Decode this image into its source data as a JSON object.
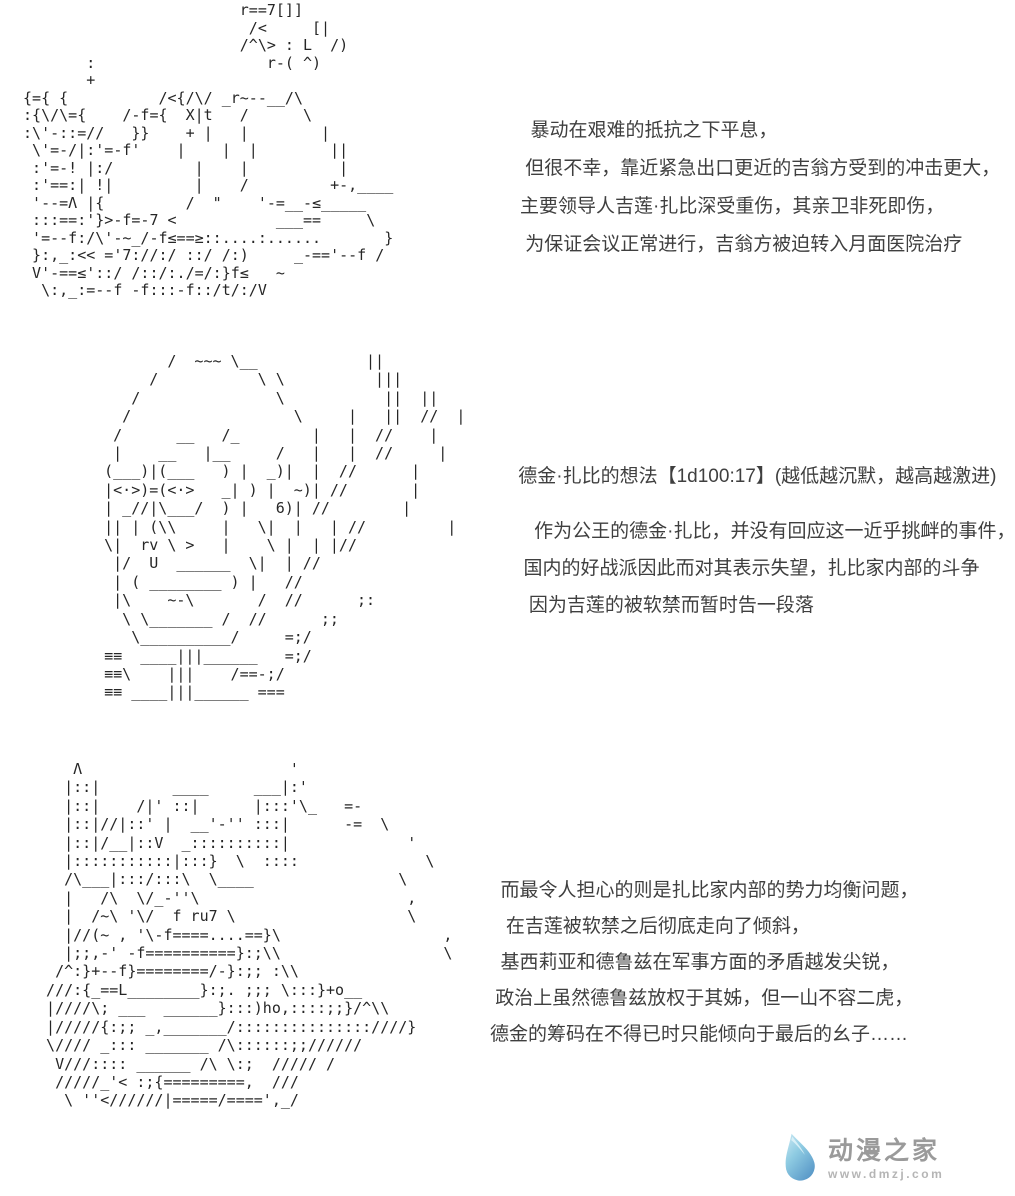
{
  "page": {
    "background": "#ffffff",
    "text_color": "#3f3f3f",
    "ascii_color": "#262626"
  },
  "panels": [
    {
      "id": "panel-1",
      "subject": "figure lying injured (ascii art)",
      "ascii_art": [
        "                         r==7[]]",
        "                          /<     [|",
        "                         /^\\> : L  /)",
        "        :                   r-( ^)",
        "        +",
        " {={ {          /<{/\\/ _r~--__/\\",
        " :{\\/\\={    /-f={  X|t   /      \\",
        " :\\'-::=//   }}    + |   |        |",
        "  \\'=-/|:'=-f'    |    |  |        ||",
        "  :'=-! |:/         |    |          |",
        "  :'==:| !|         |    /         +-,____",
        "  '--=Λ |{         /  \"    '-=__-≤_____",
        "  :::==:'}>-f=-7 <           ___==     \\",
        "  '=--f:/\\'-~_/-f≤==≥::....:......       }",
        "  }:,_:<< ='7://:/ ::/ /:)     _-=='--f /",
        "  V'-==≤'::/ /::/:./=/:}f≤   ~",
        "   \\:,_:=--f -f:::-f::/t/:/V"
      ],
      "caption_lines": [
        "  暴动在艰难的抵抗之下平息，",
        " 但很不幸，靠近紧急出口更近的吉翁方受到的冲击更大，",
        "主要领导人吉莲·扎比深受重伤，其亲卫非死即伤，",
        " 为保证会议正常进行，吉翁方被迫转入月面医院治疗"
      ]
    },
    {
      "id": "panel-2",
      "subject": "old man with glasses (ascii art)",
      "ascii_art": [
        "           /  ~~~ \\__            ||",
        "         /           \\ \\          |||",
        "       /               \\           ||  ||",
        "      /                  \\     |   ||  //  |",
        "     /      __   /_        |   |  //    |",
        "     |    __   |__     /   |   |  //     |",
        "    (___)|(___   ) |  _)|  |  //      |",
        "    |<·>)=(<·>   _| ) |  ~)| //       |",
        "    | _//|\\___/  ) |   6)| //        |",
        "    || | (\\\\     |   \\|  |   | //         |",
        "    \\|  rv \\ >   |    \\ |  | |//",
        "     |/  U  ______  \\|  | //",
        "     | ( ________ ) |   //",
        "     |\\    ~-\\       /  //      ;:",
        "      \\ \\_______ /  //      ;;",
        "       \\__________/     =;/",
        "    ≡≡  ____|||______   =;/",
        "    ≡≡\\    |||    /==-;/",
        "    ≡≡ ____|||______ ==="
      ],
      "caption_lines": [
        " 德金·扎比的想法【1d100:17】(越低越沉默，越高越激进)",
        "    作为公王的德金·扎比，并没有回应这一近乎挑衅的事件，",
        "  国内的好战派因此而对其表示失望，扎比家内部的斗争",
        "   因为吉莲的被软禁而暂时告一段落"
      ]
    },
    {
      "id": "panel-3",
      "subject": "helmeted figure (ascii art)",
      "ascii_art": [
        "     Λ                       '",
        "    |::|        ____     ___|:'",
        "    |::|    /|' ::|      |:::'\\_   =-",
        "    |::|//|::' |  __'-'' :::|      -=  \\",
        "    |::|/__|::V  _::::::::::|             '",
        "    |:::::::::::|:::}  \\  ::::              \\",
        "    /\\___|:::/:::\\  \\____                \\",
        "    |   /\\  \\/_-''\\                       ,",
        "    |  /~\\ '\\/  f ru7 \\                   \\",
        "    |//(~ , '\\-f====....==}\\                  ,",
        "    |;;,-' -f==========}:;\\\\                  \\",
        "   /^:}+--f}========/-}:;; :\\\\",
        "  ///:{_==L________}:;. ;;; \\:::}+o__",
        "  |////\\; ___  ______}:::)ho,::::;;}/^\\\\",
        "  |/////{:;; _,_______/:::::::::::::::////}",
        "  \\//// _::: _______ /\\::::::;;//////",
        "   V///:::: ______ /\\ \\:;  ///// /",
        "   /////_'< :;{=========,  ///",
        "    \\ ''<//////|=====/====',_/"
      ],
      "caption_lines": [
        "  而最令人担心的则是扎比家内部的势力均衡问题，",
        "   在吉莲被软禁之后彻底走向了倾斜，",
        "  基西莉亚和德鲁兹在军事方面的矛盾越发尖锐，",
        " 政治上虽然德鲁兹放权于其姊，但一山不容二虎，",
        "德金的筹码在不得已时只能倾向于最后的幺子……"
      ]
    }
  ],
  "watermark": {
    "site_name": "动漫之家",
    "site_url": "www.dmzj.com",
    "name_color": "#9a9a9a",
    "url_color": "#b5b5b5",
    "drop_color_top": "#cdeaf4",
    "drop_color_bottom": "#5b9ac9"
  }
}
